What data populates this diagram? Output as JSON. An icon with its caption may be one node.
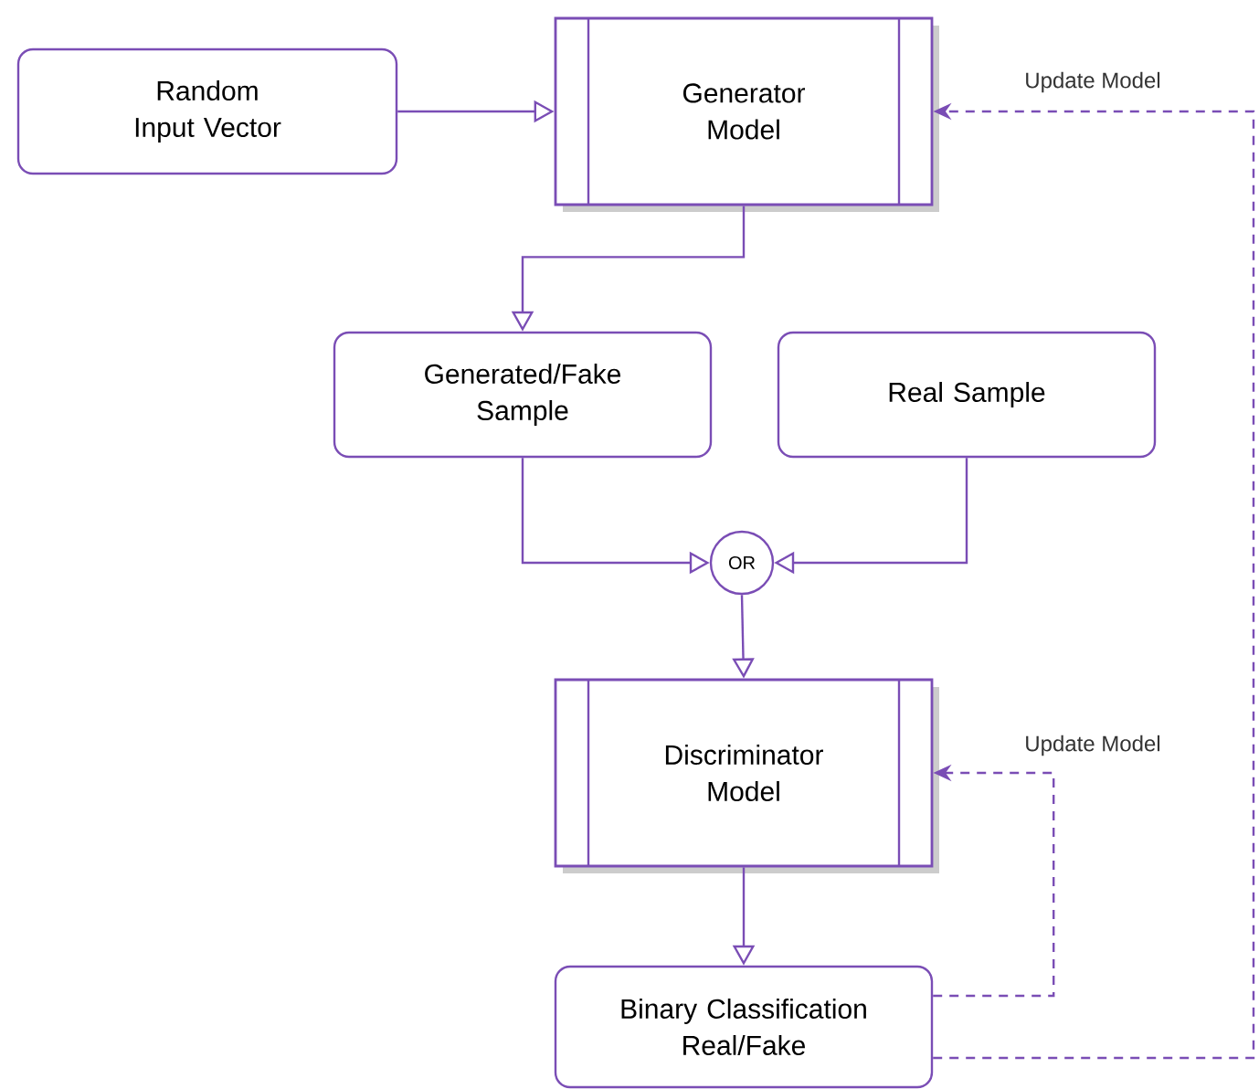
{
  "diagram": {
    "nodes": [
      {
        "text": [
          "Random Input Vector"
        ]
      },
      {
        "text": [
          "Generator Model"
        ]
      },
      {
        "text": [
          "Generated/Fake Sample"
        ]
      },
      {
        "text": [
          "Real Sample"
        ]
      },
      {
        "text": [
          "OR"
        ]
      },
      {
        "text": [
          "Discriminator Model"
        ]
      },
      {
        "text": [
          "Binary Classification Real/Fake"
        ]
      }
    ],
    "edges": [
      {
        "from": 0,
        "to": 1,
        "arrow": "to"
      },
      {
        "from": 1,
        "to": 2,
        "arrow": "to"
      },
      {
        "from": 2,
        "to": 4,
        "arrow": "to"
      },
      {
        "from": 3,
        "to": 4,
        "arrow": "to"
      },
      {
        "from": 4,
        "to": 5,
        "arrow": "to"
      },
      {
        "from": 5,
        "to": 6,
        "arrow": "to"
      },
      {
        "from": 6,
        "to": 5,
        "arrow": "to",
        "style": "dashed",
        "label": "Update Model"
      },
      {
        "from": 6,
        "to": 1,
        "arrow": "to",
        "style": "dashed",
        "label": "Update Model"
      }
    ]
  }
}
